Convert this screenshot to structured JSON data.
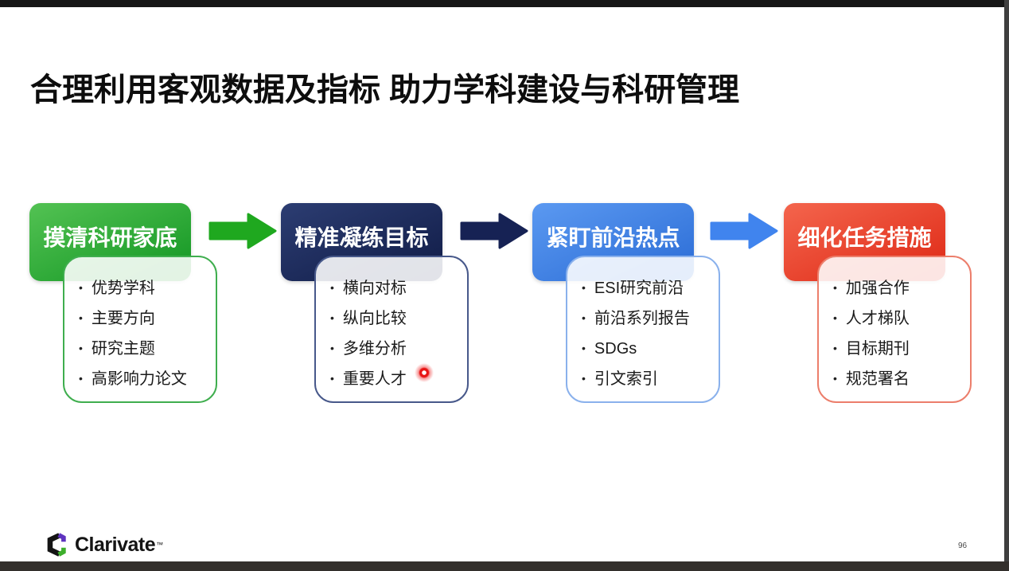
{
  "slide": {
    "title": "合理利用客观数据及指标 助力学科建设与科研管理"
  },
  "flow": {
    "bullet_char": "•",
    "steps": [
      {
        "header": "摸清科研家底",
        "header_color": "#1f9e2b",
        "border_color": "#3fae4e",
        "items": [
          "优势学科",
          "主要方向",
          "研究主题",
          "高影响力论文"
        ]
      },
      {
        "header": "精准凝练目标",
        "header_color": "#1b2a5e",
        "border_color": "#47588a",
        "items": [
          "横向对标",
          "纵向比较",
          "多维分析",
          "重要人才"
        ]
      },
      {
        "header": "紧盯前沿热点",
        "header_color": "#3d80e0",
        "border_color": "#8ab1ec",
        "items": [
          "ESI研究前沿",
          "前沿系列报告",
          "SDGs",
          "引文索引"
        ]
      },
      {
        "header": "细化任务措施",
        "header_color": "#e8402c",
        "border_color": "#ec7e6b",
        "items": [
          "加强合作",
          "人才梯队",
          "目标期刊",
          "规范署名"
        ]
      }
    ],
    "arrow_colors": [
      "#1fa81f",
      "#162254",
      "#4084ee"
    ]
  },
  "laser_pointer": {
    "color": "#e81414"
  },
  "brand": {
    "name": "Clarivate",
    "trademark": "™",
    "mark_colors": {
      "black": "#141414",
      "purple": "#5e33bf",
      "green": "#3dae2b"
    }
  },
  "footer": {
    "page_number": "96"
  }
}
